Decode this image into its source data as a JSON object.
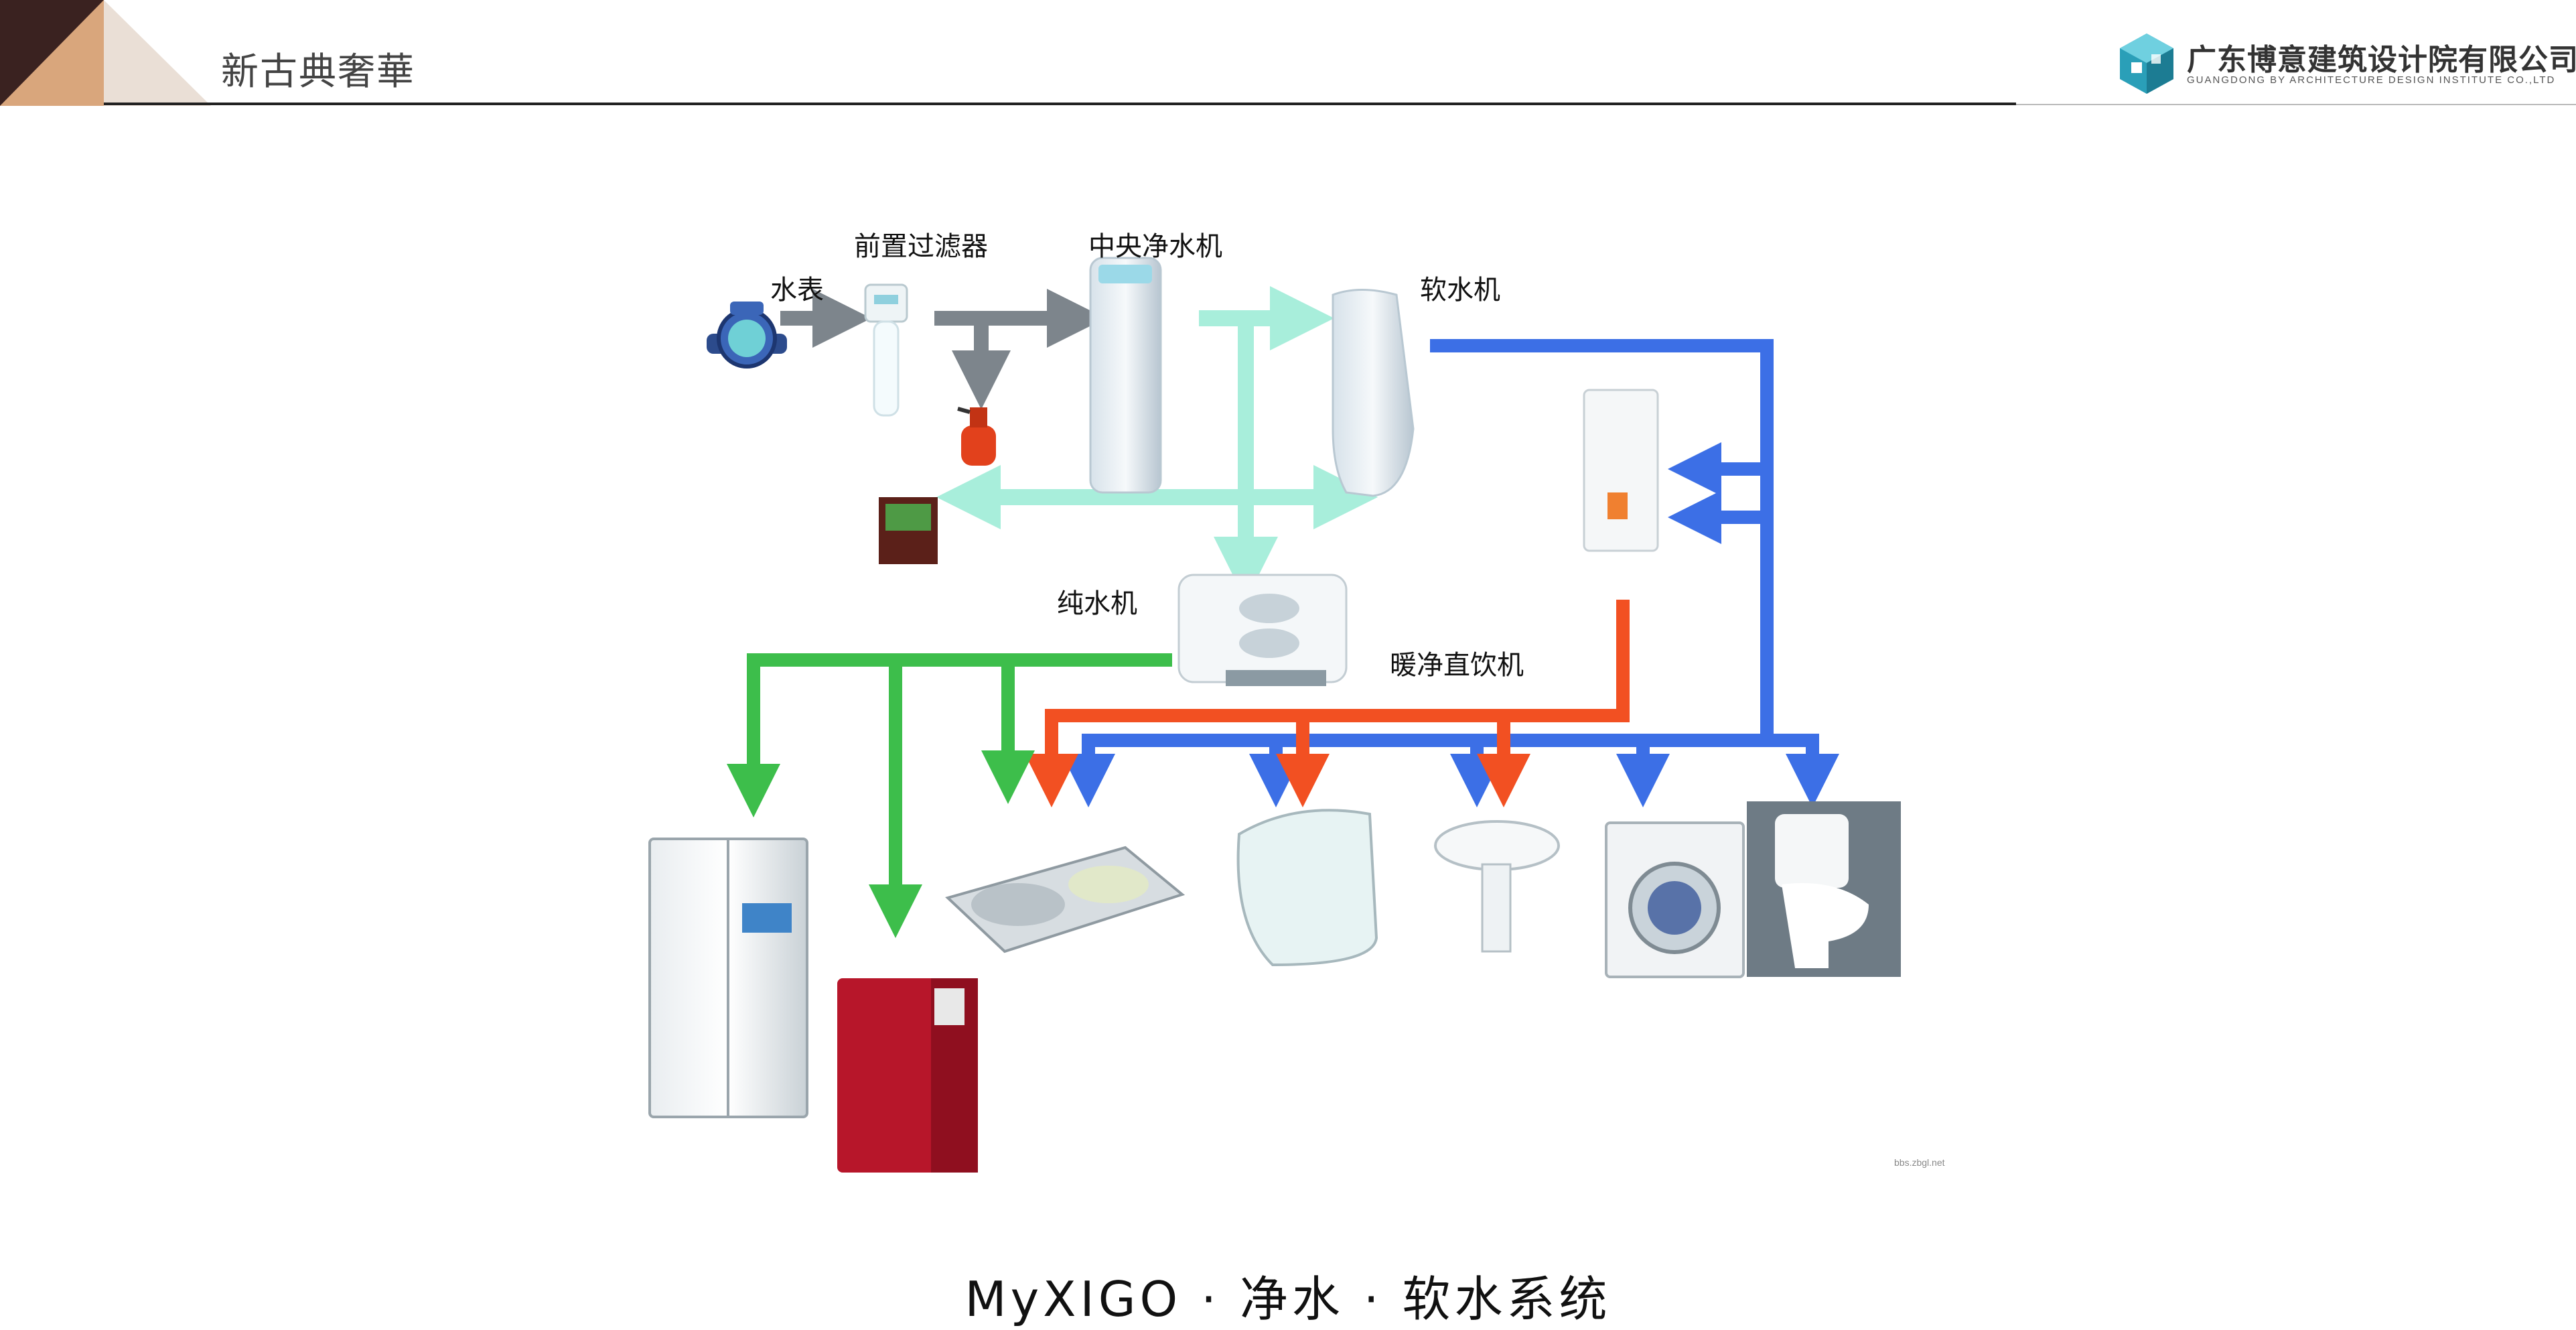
{
  "header": {
    "title": "新古典奢華",
    "logo_text": "广东博意建筑设计院有限公司",
    "logo_sub": "GUANGDONG BY ARCHITECTURE DESIGN INSTITUTE CO.,LTD"
  },
  "labels": {
    "water_meter": "水表",
    "pre_filter": "前置过滤器",
    "central_purifier": "中央净水机",
    "softener": "软水机",
    "pure_water": "纯水机",
    "warm_drink": "暖净直饮机"
  },
  "watermark": "bbs.zbgl.net",
  "caption": "MyXIGO · 净水 · 软水系统",
  "colors": {
    "tap_water": "#7d858c",
    "purified_water": "#a8eedb",
    "soft_water": "#3c6fe6",
    "pure_water": "#3dbe4b",
    "hot_water": "#f25022"
  }
}
